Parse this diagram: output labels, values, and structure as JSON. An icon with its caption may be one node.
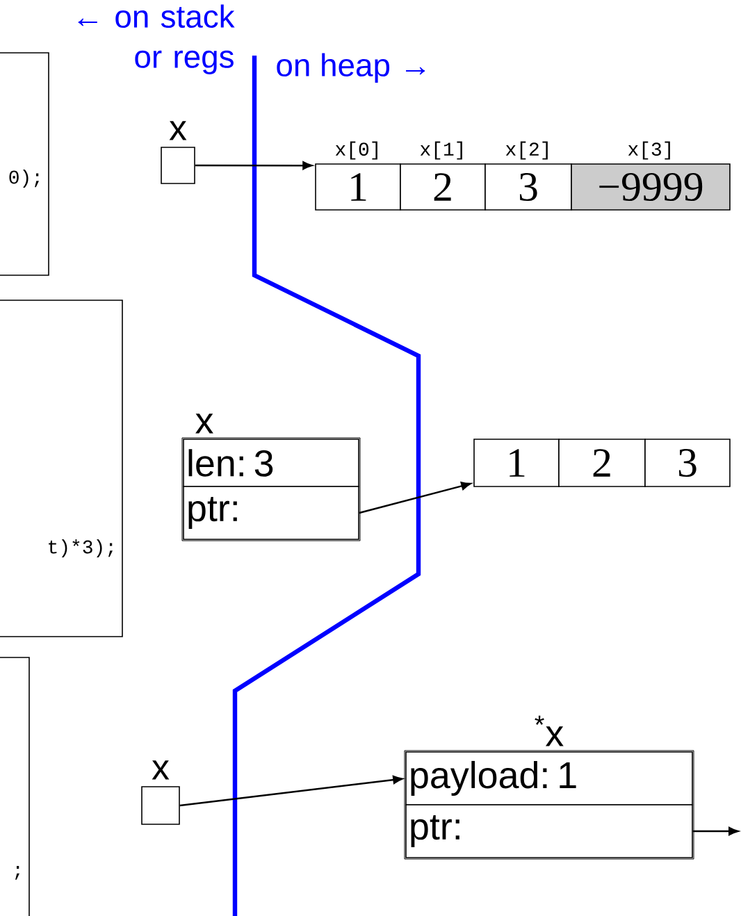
{
  "diagram": {
    "nodes": [
      {
        "text": [
          "0);"
        ]
      },
      {
        "text": [
          "t)*3);"
        ]
      },
      {
        "text": [
          ";"
        ]
      },
      {
        "text": [],
        "shape": "box",
        "beside": [
          "x"
        ]
      },
      {
        "text": [
          "1"
        ],
        "beside": [
          "x[0]"
        ]
      },
      {
        "text": [
          "2"
        ],
        "beside": [
          "x[1]"
        ]
      },
      {
        "text": [
          "3"
        ],
        "beside": [
          "x[2]"
        ]
      },
      {
        "text": [
          "−9999"
        ],
        "beside": [
          "x[3]"
        ]
      },
      {
        "text": [
          "x"
        ]
      },
      {
        "text": [
          "len: 3"
        ],
        "in": 8
      },
      {
        "text": [
          "ptr:"
        ],
        "in": 8
      },
      {
        "text": [
          "1"
        ]
      },
      {
        "text": [
          "2"
        ]
      },
      {
        "text": [
          "3"
        ]
      },
      {
        "text": [],
        "shape": "box",
        "beside": [
          "x"
        ]
      },
      {
        "text": [
          "$^{*}$x"
        ]
      },
      {
        "text": [
          "payload: 1"
        ],
        "in": 15
      },
      {
        "text": [
          "ptr:"
        ],
        "in": 15
      }
    ],
    "edges": [
      {
        "from": 3,
        "to": 4,
        "arrow": "to"
      },
      {
        "from": 10,
        "to": 11,
        "arrow": "to"
      },
      {
        "from": 14,
        "to": 16,
        "arrow": "to"
      },
      {
        "from": 17,
        "to": null,
        "arrow": "to"
      }
    ],
    "labels": [
      "← on stack or regs",
      "on heap →"
    ]
  }
}
